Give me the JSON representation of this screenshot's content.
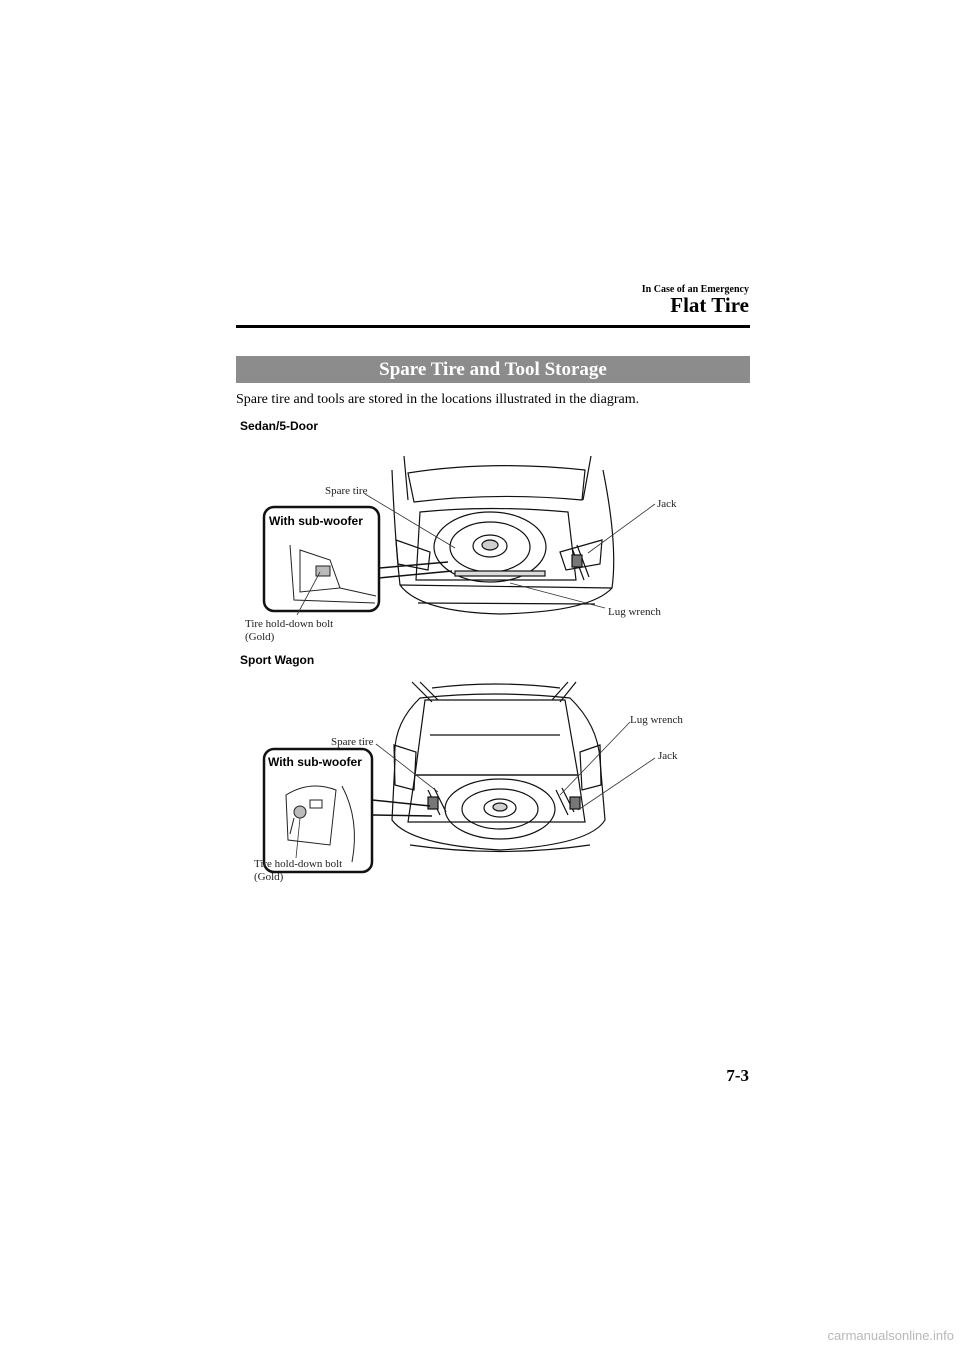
{
  "header": {
    "section": "In Case of an Emergency",
    "chapter": "Flat Tire"
  },
  "heading": "Spare Tire and Tool Storage",
  "intro": "Spare tire and tools are stored in the locations illustrated in the diagram.",
  "figures": [
    {
      "variant": "Sedan/5-Door",
      "inset_title": "With sub-woofer",
      "callouts": {
        "spare_tire": "Spare tire",
        "jack": "Jack",
        "lug_wrench": "Lug wrench",
        "bolt_line1": "Tire hold-down bolt",
        "bolt_line2": "(Gold)"
      }
    },
    {
      "variant": "Sport Wagon",
      "inset_title": "With sub-woofer",
      "callouts": {
        "spare_tire": "Spare tire",
        "jack": "Jack",
        "lug_wrench": "Lug wrench",
        "bolt_line1": "Tire hold-down bolt",
        "bolt_line2": "(Gold)"
      }
    }
  ],
  "page_number": "7-3",
  "footer": "carmanualsonline.info"
}
